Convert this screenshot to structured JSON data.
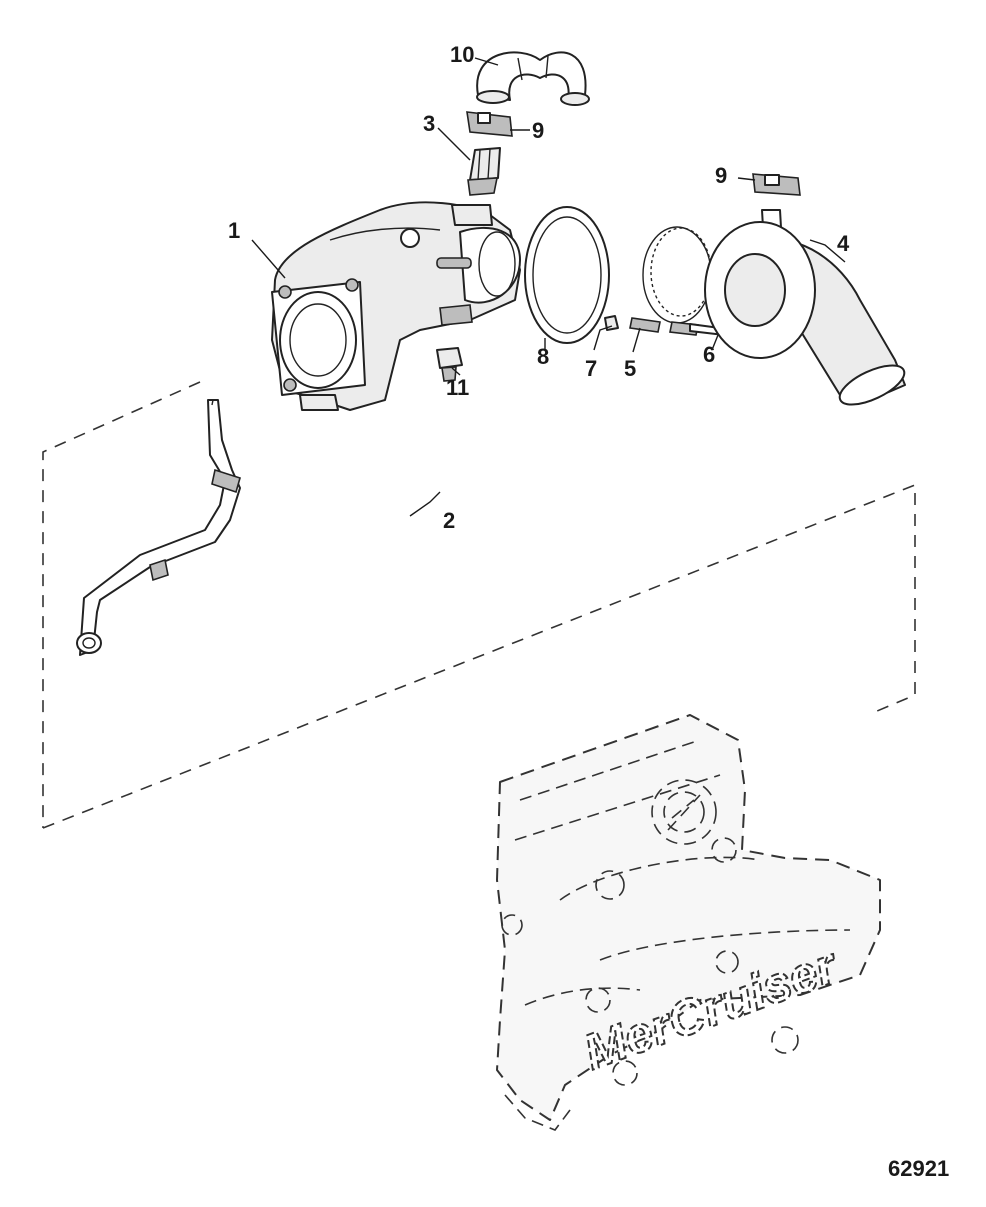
{
  "figure_id": "62921",
  "brand_text": "MerCruiser",
  "callouts": [
    {
      "id": "c1",
      "label": "1"
    },
    {
      "id": "c2",
      "label": "2"
    },
    {
      "id": "c3",
      "label": "3"
    },
    {
      "id": "c4",
      "label": "4"
    },
    {
      "id": "c5",
      "label": "5"
    },
    {
      "id": "c6",
      "label": "6"
    },
    {
      "id": "c7",
      "label": "7"
    },
    {
      "id": "c8",
      "label": "8"
    },
    {
      "id": "c9a",
      "label": "9"
    },
    {
      "id": "c9b",
      "label": "9"
    },
    {
      "id": "c10",
      "label": "10"
    },
    {
      "id": "c11",
      "label": "11"
    }
  ]
}
